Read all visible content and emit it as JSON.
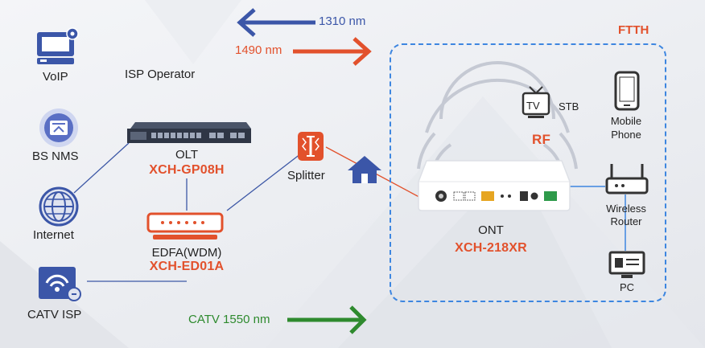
{
  "wavelengths": {
    "upstream": "1310 nm",
    "downstream": "1490 nm",
    "catv": "CATV  1550 nm",
    "upstream_color": "#3b56a8",
    "downstream_color": "#e2512c",
    "catv_color": "#2e8a2e"
  },
  "left_devices": {
    "voip": "VoIP",
    "bs_nms": "BS NMS",
    "internet": "Internet",
    "catv_isp": "CATV  ISP"
  },
  "isp_operator": "ISP  Operator",
  "olt": {
    "label": "OLT",
    "model": "XCH-GP08H"
  },
  "edfa": {
    "label": "EDFA(WDM)",
    "model": "XCH-ED01A"
  },
  "splitter": {
    "label": "Splitter"
  },
  "ftth": "FTTH",
  "ont": {
    "label": "ONT",
    "model": "XCH-218XR"
  },
  "rf": "RF",
  "tv": {
    "screen": "TV",
    "stb": "STB"
  },
  "mobile": {
    "line1": "Mobile",
    "line2": "Phone"
  },
  "router": {
    "line1": "Wireless",
    "line2": "Router"
  },
  "pc": "PC",
  "colors": {
    "accent": "#e2512c",
    "blue": "#3b56a8",
    "dash": "#3d86e0"
  }
}
